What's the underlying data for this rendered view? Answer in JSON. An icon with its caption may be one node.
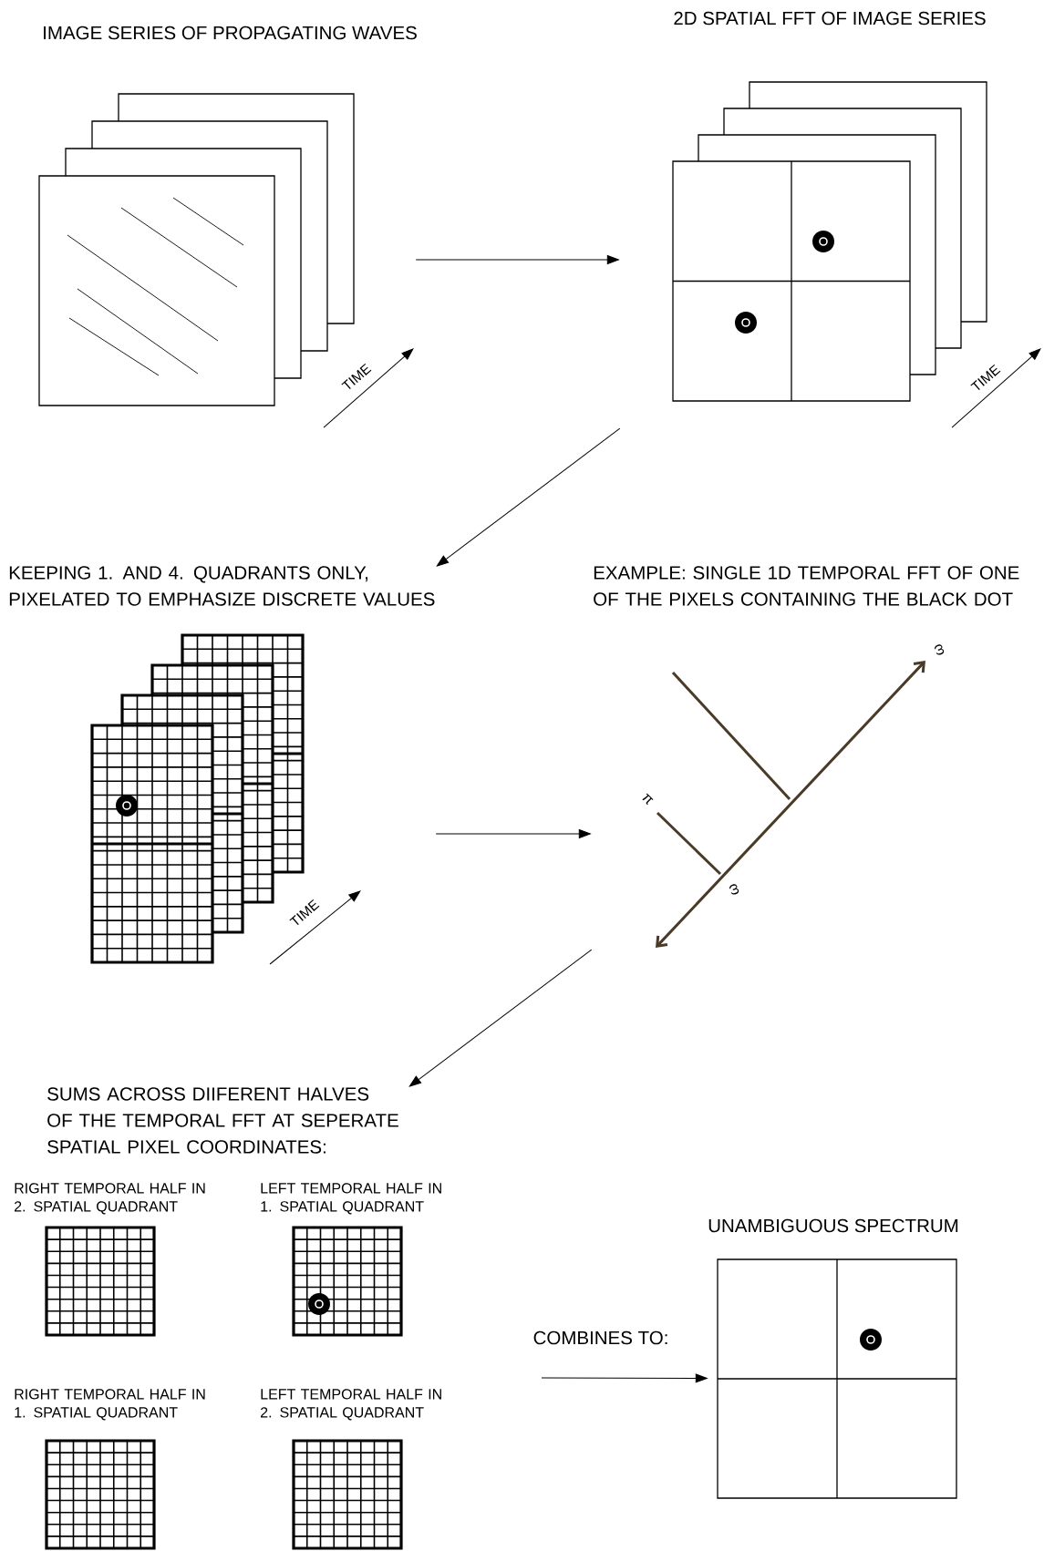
{
  "diagram": {
    "nodes": [
      {
        "text": [
          "IMAGE SERIES OF PROPAGATING WAVES"
        ]
      },
      {
        "text": [
          "2D SPATIAL FFT OF IMAGE SERIES"
        ]
      },
      {
        "text": [
          "KEEPING  1. AND 4. QUADRANTS ONLY, PIXELATED TO EMPHASIZE DISCRETE VALUES"
        ]
      },
      {
        "text": [
          "EXAMPLE: SINGLE 1D TEMPORAL FFT OF ONE OF THE PIXELS CONTAINING THE BLACK DOT"
        ]
      },
      {
        "text": [
          "SUMS ACROSS DIIFERENT HALVES OF THE TEMPORAL  FFT AT SEPERATE SPATIAL PIXEL COORDINATES:"
        ]
      },
      {
        "text": [
          "RIGHT TEMPORAL HALF IN 2. SPATIAL QUADRANT"
        ]
      },
      {
        "text": [
          "LEFT TEMPORAL HALF IN 1. SPATIAL QUADRANT"
        ]
      },
      {
        "text": [
          "RIGHT TEMPORAL HALF IN 1. SPATIAL QUADRANT"
        ]
      },
      {
        "text": [
          "LEFT TEMPORAL HALF IN 2. SPATIAL QUADRANT"
        ]
      },
      {
        "text": [
          "UNAMBIGUOUS SPECTRUM"
        ]
      }
    ],
    "edges": [
      {
        "from": 0,
        "to": 1,
        "arrow": "to"
      },
      {
        "from": 1,
        "to": 2,
        "arrow": "to"
      },
      {
        "from": 2,
        "to": 3,
        "arrow": "to"
      },
      {
        "from": 3,
        "to": 4,
        "arrow": "to"
      },
      {
        "from": null,
        "to": 9,
        "arrow": "to",
        "label": "COMBINES TO:"
      }
    ],
    "labels": [
      "TIME",
      "TIME",
      "ω",
      "π",
      "ω",
      "TIME"
    ]
  }
}
